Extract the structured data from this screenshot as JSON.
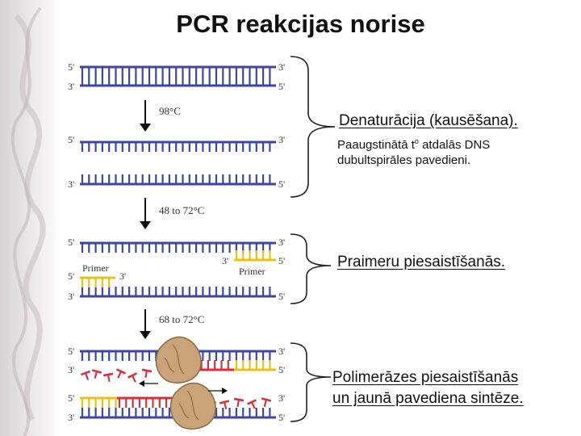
{
  "title": "PCR reakcijas norise",
  "strand_labels": {
    "five_prime": "5'",
    "three_prime": "3'"
  },
  "steps": [
    {
      "temperature": "98°C",
      "heading": "Denaturācija (kausēšana).",
      "note_line1": "Paaugstinātā t",
      "note_sup": "o",
      "note_line1_end": " atdalās DNS",
      "note_line2": "dubultspirāles  pavedieni."
    },
    {
      "temperature": "48 to 72°C",
      "heading": "Praimeru piesaistīšanās.",
      "primer_label": "Primer"
    },
    {
      "temperature": "68 to 72°C",
      "heading_line1": "Polimerāzes piesaistīšanās",
      "heading_line2": "un jaunā pavediena sintēze."
    }
  ],
  "colors": {
    "dna_strand": "#3d46a8",
    "primer": "#e8c21a",
    "new_strand": "#d8303e",
    "polymerase": "#c9a47a",
    "bracket": "#222222",
    "arrow": "#111111"
  }
}
